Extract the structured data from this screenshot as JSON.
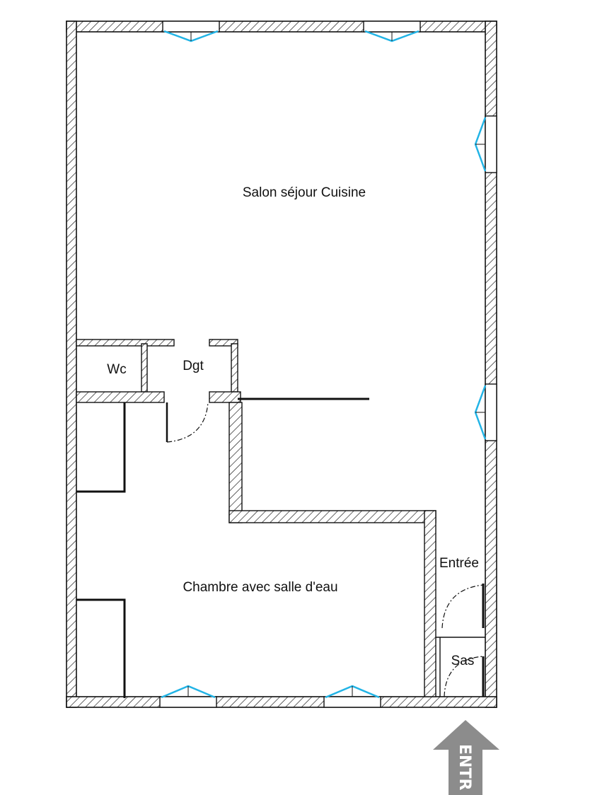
{
  "rooms": {
    "living": "Salon séjour Cuisine",
    "wc": "Wc",
    "hall": "Dgt",
    "bedroom": "Chambre avec salle d'eau",
    "entrance": "Entrée",
    "airlock": "Sas"
  },
  "entry_arrow": {
    "text": "ENTR",
    "icon": "arrow-up-icon"
  },
  "colors": {
    "wall": "#111111",
    "window": "#22b4e6",
    "arrow": "#8c8c8c"
  }
}
